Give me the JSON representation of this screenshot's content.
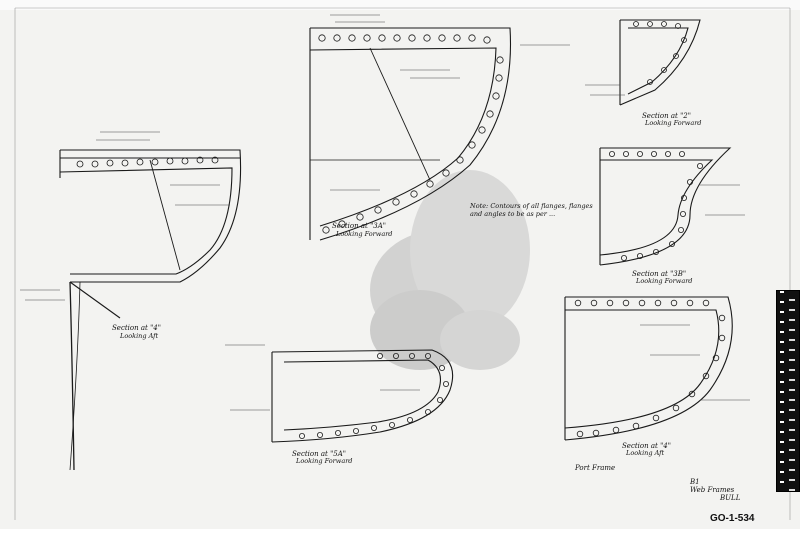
{
  "sheet": {
    "drawing_number": "GO-1-534",
    "background": "#f3f3f1",
    "ink": "#1a1a1a"
  },
  "sections": {
    "s4": {
      "label": "Section at \"4\"",
      "sub": "Looking Aft"
    },
    "s2": {
      "label": "Section at \"2\"",
      "sub": "Looking Forward"
    },
    "s3a": {
      "label": "Section at \"3A\"",
      "sub": "Looking Forward"
    },
    "s3b": {
      "label": "Section at \"3B\"",
      "sub": "Looking Forward"
    },
    "s4r": {
      "label": "Section at \"4\"",
      "sub": "Looking Aft"
    },
    "s5a": {
      "label": "Section at \"5A\"",
      "sub": "Looking Forward"
    }
  },
  "note": {
    "line1": "Note: Contours of all flanges, flanges",
    "line2": "and angles to be as per ..."
  },
  "title_block": {
    "line1": "Web Frames",
    "line2": "B1",
    "line3": "Port Frame",
    "line4": "BULL"
  },
  "scale_bar": {
    "orientation": "vertical",
    "colors": [
      "#111111",
      "#ffffff"
    ]
  }
}
